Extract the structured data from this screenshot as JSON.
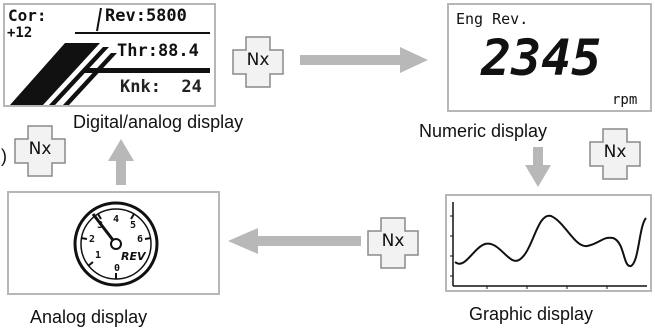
{
  "panels": {
    "digital_analog": {
      "caption": "Digital/analog display",
      "cor_label": "Cor:",
      "cor_value": "+12",
      "rev_field": "Rev:5800",
      "thr_field": "Thr:88.4",
      "knk_field": "Knk:  24"
    },
    "numeric": {
      "caption": "Numeric display",
      "label": "Eng Rev.",
      "value": "2345",
      "unit": "rpm"
    },
    "graphic": {
      "caption": "Graphic display"
    },
    "analog": {
      "caption": "Analog display",
      "dial_numbers": [
        "0",
        "1",
        "2",
        "3",
        "4",
        "5",
        "6"
      ],
      "dial_label": "REV"
    }
  },
  "transition_badge": "Nx",
  "partial_paren": ")",
  "colors": {
    "arrow": "#b8b8b8",
    "border": "#b7b7b7",
    "lcd_ink": "#111111"
  }
}
